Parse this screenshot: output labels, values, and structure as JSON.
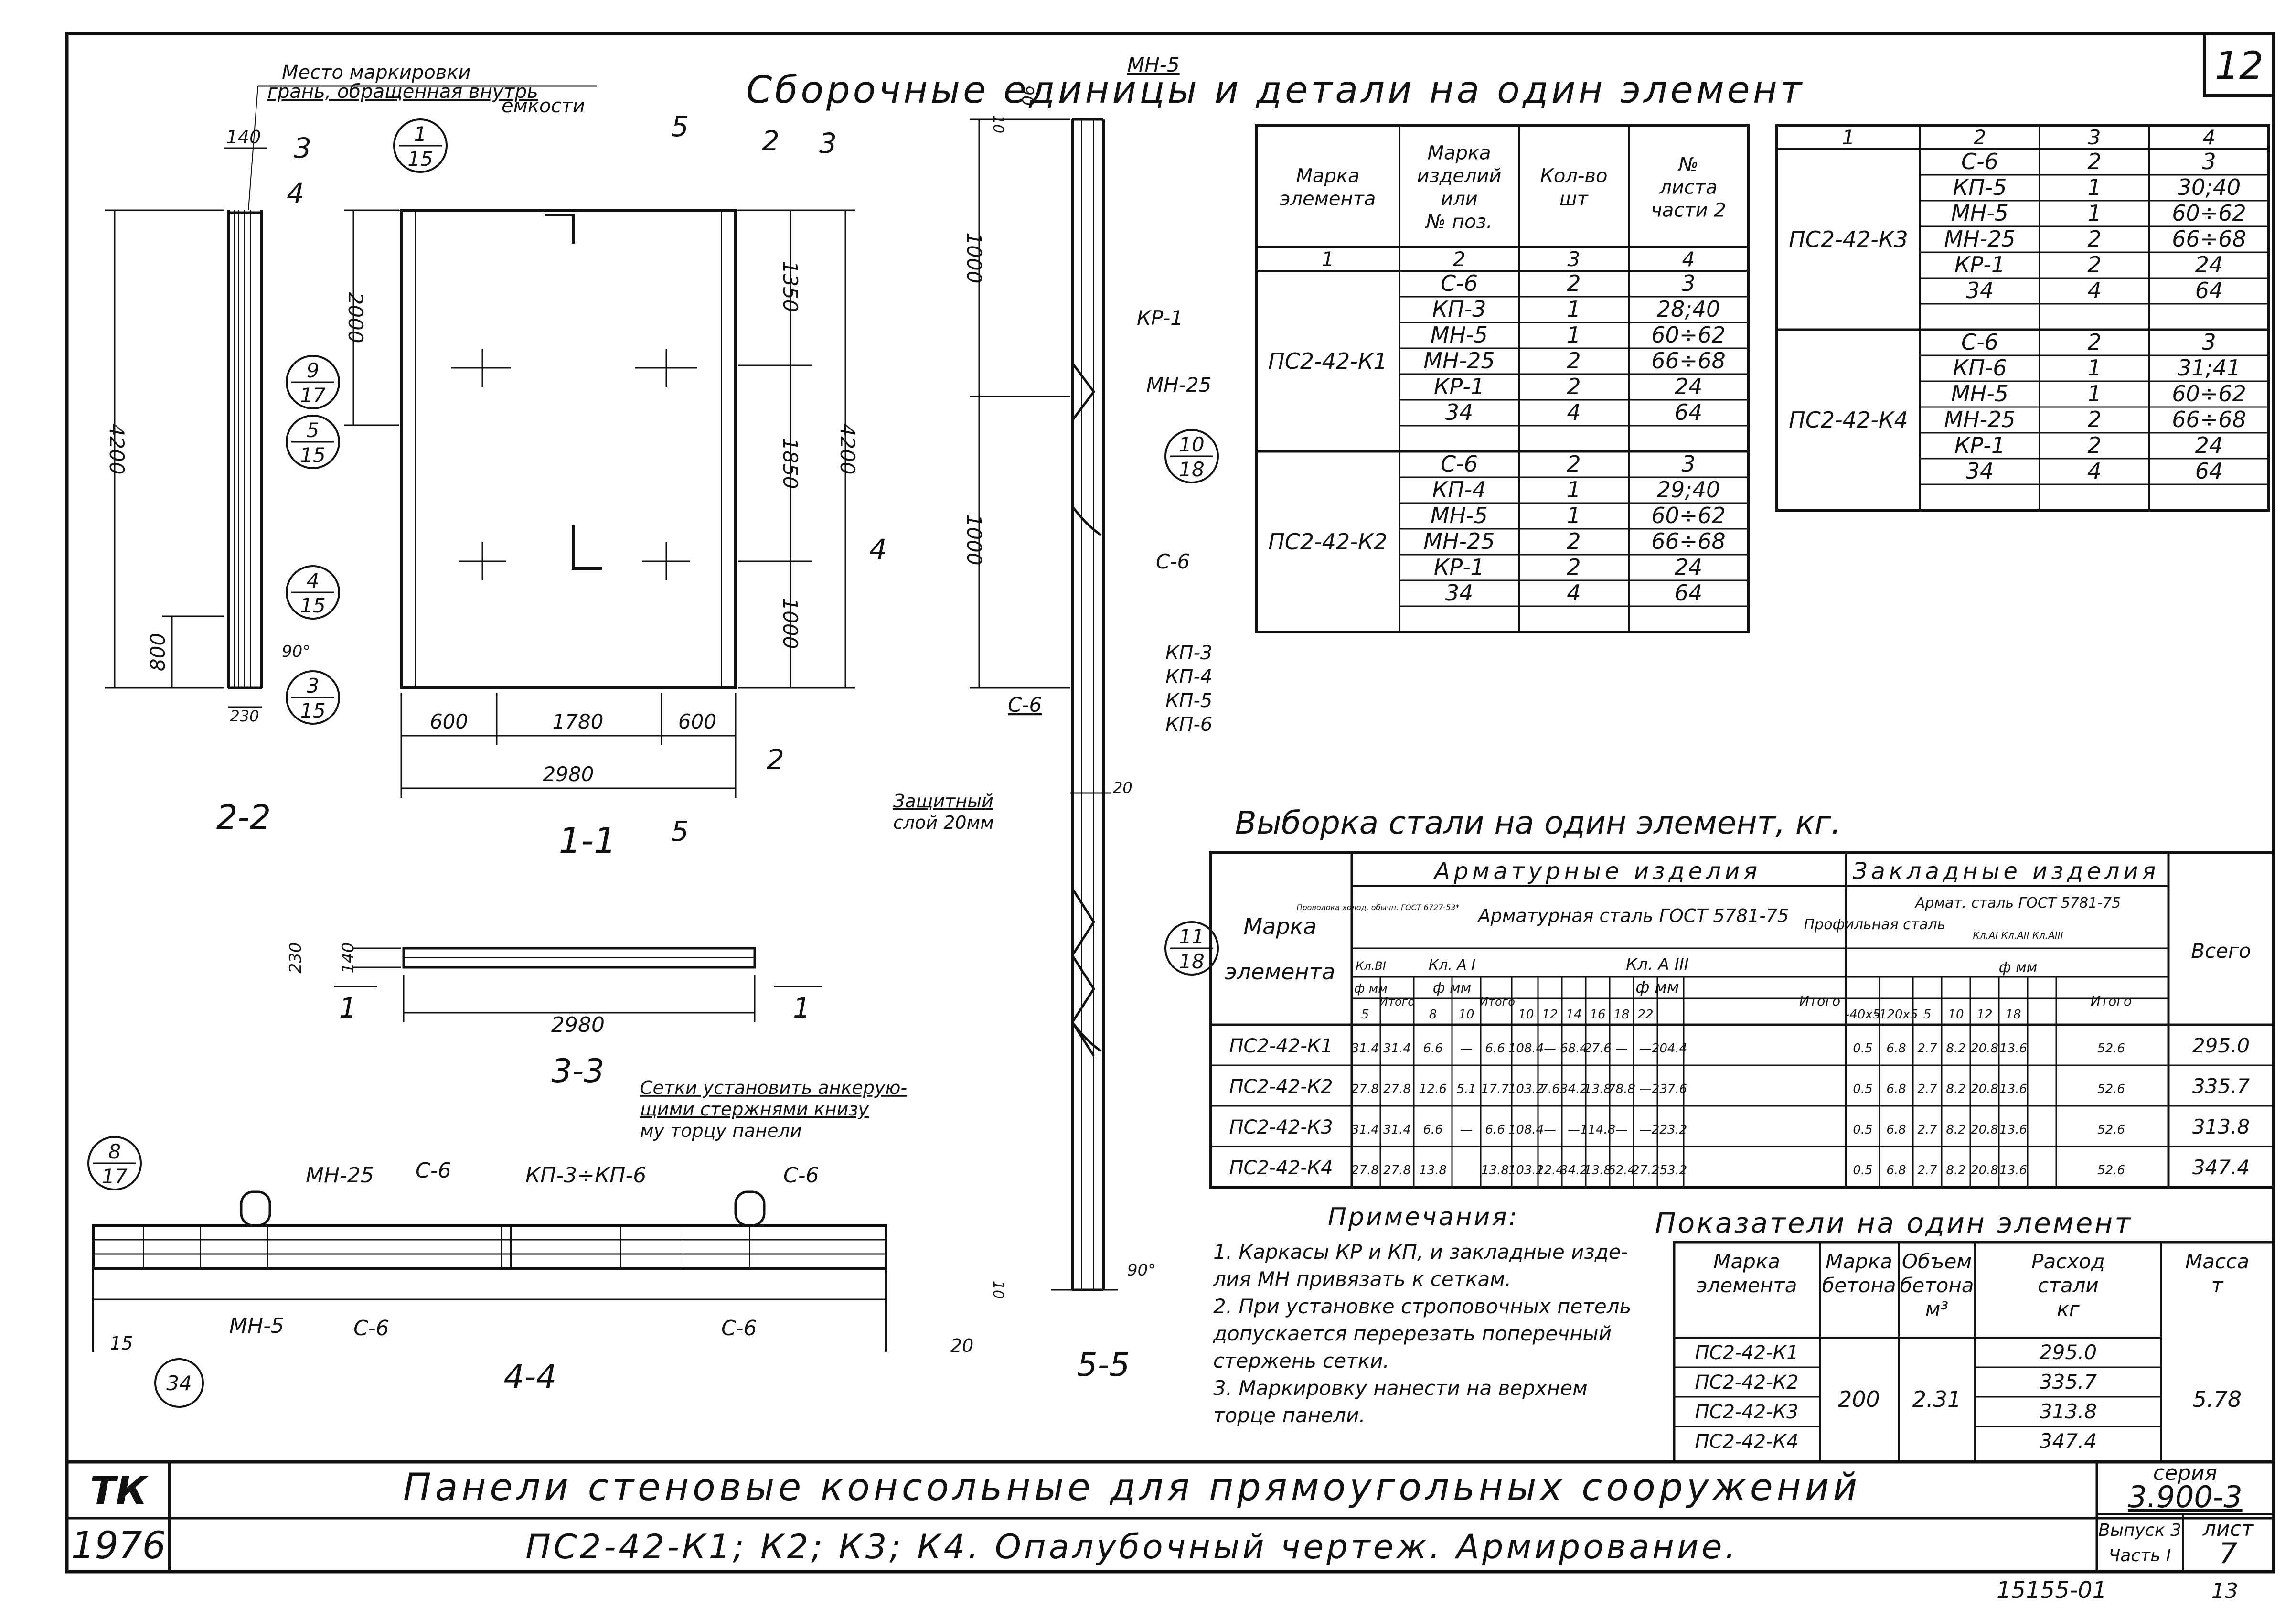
{
  "sheet_number": "12",
  "title_block": {
    "org": "ТК",
    "year": "1976",
    "title_line1": "Панели стеновые консольные для прямоугольных сооружений",
    "title_line2": "ПС2-42-К1; К2; К3; К4. Опалубочный чертеж. Армирование.",
    "series_label": "серия",
    "series_value": "3.900-3",
    "issue_label": "Выпуск 3",
    "part_label": "Часть I",
    "list_label": "лист",
    "list_value": "7",
    "archive_number": "15155-01",
    "archive_page": "13"
  },
  "assembly": {
    "title": "Сборочные единицы и детали на один элемент",
    "headers": [
      "Марка элемента",
      "Марка изделий или № поз.",
      "Кол-во шт",
      "№ листа части 2"
    ],
    "header_lines": [
      [
        "Марка",
        "элемента"
      ],
      [
        "Марка",
        "изделий",
        "или",
        "№ поз."
      ],
      [
        "Кол-во",
        "шт"
      ],
      [
        "№",
        "листа",
        "части 2"
      ]
    ],
    "col_numbers": [
      "1",
      "2",
      "3",
      "4"
    ],
    "groups": [
      {
        "mark": "ПС2-42-К1",
        "rows": [
          [
            "С-6",
            "2",
            "3"
          ],
          [
            "КП-3",
            "1",
            "28;40"
          ],
          [
            "МН-5",
            "1",
            "60÷62"
          ],
          [
            "МН-25",
            "2",
            "66÷68"
          ],
          [
            "КР-1",
            "2",
            "24"
          ],
          [
            "34",
            "4",
            "64"
          ]
        ]
      },
      {
        "mark": "ПС2-42-К2",
        "rows": [
          [
            "С-6",
            "2",
            "3"
          ],
          [
            "КП-4",
            "1",
            "29;40"
          ],
          [
            "МН-5",
            "1",
            "60÷62"
          ],
          [
            "МН-25",
            "2",
            "66÷68"
          ],
          [
            "КР-1",
            "2",
            "24"
          ],
          [
            "34",
            "4",
            "64"
          ]
        ]
      },
      {
        "mark": "ПС2-42-К3",
        "rows": [
          [
            "С-6",
            "2",
            "3"
          ],
          [
            "КП-5",
            "1",
            "30;40"
          ],
          [
            "МН-5",
            "1",
            "60÷62"
          ],
          [
            "МН-25",
            "2",
            "66÷68"
          ],
          [
            "КР-1",
            "2",
            "24"
          ],
          [
            "34",
            "4",
            "64"
          ]
        ]
      },
      {
        "mark": "ПС2-42-К4",
        "rows": [
          [
            "С-6",
            "2",
            "3"
          ],
          [
            "КП-6",
            "1",
            "31;41"
          ],
          [
            "МН-5",
            "1",
            "60÷62"
          ],
          [
            "МН-25",
            "2",
            "66÷68"
          ],
          [
            "КР-1",
            "2",
            "24"
          ],
          [
            "34",
            "4",
            "64"
          ]
        ]
      }
    ]
  },
  "steel": {
    "title": "Выборка стали на один элемент, кг.",
    "h_mark": [
      "Марка",
      "элемента"
    ],
    "h_arm": "Арматурные изделия",
    "h_emb": "Закладные изделия",
    "h_wire": "Проволока холод. обычн. ГОСТ 6727-53*",
    "h_arm_steel": "Арматурная сталь ГОСТ 5781-75",
    "h_prof": "Профильная сталь",
    "h_emb_arm": "Армат. сталь ГОСТ 5781-75",
    "h_total": "Всего",
    "h_itogo": "Итого",
    "cls_bi": "Кл.BI",
    "cls_ai": "Кл. А I",
    "cls_aiii": "Кл. А III",
    "cls_emb": "Кл.АI Кл.АII Кл.АIII",
    "phi": "ф мм",
    "diam": [
      "5",
      "8",
      "10",
      "10",
      "12",
      "14",
      "16",
      "18",
      "22",
      "-40х5",
      "-120х5",
      "5",
      "10",
      "12",
      "18"
    ],
    "rows": [
      {
        "mark": "ПС2-42-К1",
        "v": [
          "31.4",
          "31.4",
          "6.6",
          "—",
          "6.6",
          "108.4",
          "—",
          "68.4",
          "27.6",
          "—",
          "—",
          "204.4",
          "0.5",
          "6.8",
          "2.7",
          "8.2",
          "20.8",
          "13.6",
          "52.6",
          "295.0"
        ]
      },
      {
        "mark": "ПС2-42-К2",
        "v": [
          "27.8",
          "27.8",
          "12.6",
          "5.1",
          "17.7",
          "103.2",
          "7.6",
          "34.2",
          "13.8",
          "78.8",
          "—",
          "237.6",
          "0.5",
          "6.8",
          "2.7",
          "8.2",
          "20.8",
          "13.6",
          "52.6",
          "335.7"
        ]
      },
      {
        "mark": "ПС2-42-К3",
        "v": [
          "31.4",
          "31.4",
          "6.6",
          "—",
          "6.6",
          "108.4",
          "—",
          "—",
          "114.8",
          "—",
          "—",
          "223.2",
          "0.5",
          "6.8",
          "2.7",
          "8.2",
          "20.8",
          "13.6",
          "52.6",
          "313.8"
        ]
      },
      {
        "mark": "ПС2-42-К4",
        "v": [
          "27.8",
          "27.8",
          "13.8",
          "",
          "13.8",
          "103.2",
          "12.4",
          "34.2",
          "13.8",
          "62.4",
          "27.2",
          "253.2",
          "0.5",
          "6.8",
          "2.7",
          "8.2",
          "20.8",
          "13.6",
          "52.6",
          "347.4"
        ]
      }
    ]
  },
  "notes": {
    "title": "Примечания:",
    "lines": [
      "1. Каркасы КР и КП, и закладные изде-",
      "лия МН привязать к сеткам.",
      "2. При установке строповочных петель",
      "допускается перерезать поперечный",
      "стержень сетки.",
      "3. Маркировку нанести на верхнем",
      "торце панели."
    ]
  },
  "indicators": {
    "title": "Показатели на один элемент",
    "h_mark": [
      "Марка",
      "элемента"
    ],
    "h_concrete": [
      "Марка",
      "бетона"
    ],
    "h_volume": [
      "Объем",
      "бетона",
      "м³"
    ],
    "h_steel": [
      "Расход",
      "стали",
      "кг"
    ],
    "h_mass": [
      "Масса",
      "т"
    ],
    "marks": [
      "ПС2-42-К1",
      "ПС2-42-К2",
      "ПС2-42-К3",
      "ПС2-42-К4"
    ],
    "concrete": "200",
    "volume": "2.31",
    "steel": [
      "295.0",
      "335.7",
      "313.8",
      "347.4"
    ],
    "mass": "5.78"
  },
  "drawing": {
    "view_2_2": "2-2",
    "view_1_1": "1-1",
    "view_3_3": "3-3",
    "view_4_4": "4-4",
    "view_5_5": "5-5",
    "marking_place": "Место маркировки",
    "marking_face": "грань, обращенная внутрь",
    "marking_tank": "емкости",
    "protective_layer": [
      "Защитный",
      "слой 20мм"
    ],
    "anchor_note": [
      "Сетки установить анкерую-",
      "щими стержнями книзу",
      "му торцу панели"
    ],
    "callouts": [
      {
        "num": "1",
        "den": "15"
      },
      {
        "num": "9",
        "den": "17"
      },
      {
        "num": "5",
        "den": "15"
      },
      {
        "num": "4",
        "den": "15"
      },
      {
        "num": "3",
        "den": "15"
      },
      {
        "num": "10",
        "den": "18"
      },
      {
        "num": "11",
        "den": "18"
      },
      {
        "num": "8",
        "den": "17"
      }
    ],
    "c34": "34",
    "section_marks": [
      "3",
      "4",
      "5",
      "2",
      "3",
      "4",
      "2",
      "5",
      "1",
      "1"
    ],
    "dims_11": [
      "2000",
      "1350",
      "1850",
      "4200",
      "1000",
      "600",
      "1780",
      "600",
      "2980"
    ],
    "dims_22": [
      "140",
      "4200",
      "800",
      "230",
      "90°"
    ],
    "dims_33": [
      "230",
      "140",
      "2980"
    ],
    "dims_55": [
      "90",
      "10",
      "1000",
      "1000",
      "20",
      "10",
      "90°"
    ],
    "labels_55": [
      "МН-5",
      "КР-1",
      "МН-25",
      "С-6",
      "КП-3",
      "КП-4",
      "КП-5",
      "КП-6",
      "С-6"
    ],
    "labels_44": [
      "МН-25",
      "С-6",
      "КП-3÷КП-6",
      "С-6",
      "МН-5",
      "С-6",
      "С-6",
      "15",
      "20"
    ]
  }
}
